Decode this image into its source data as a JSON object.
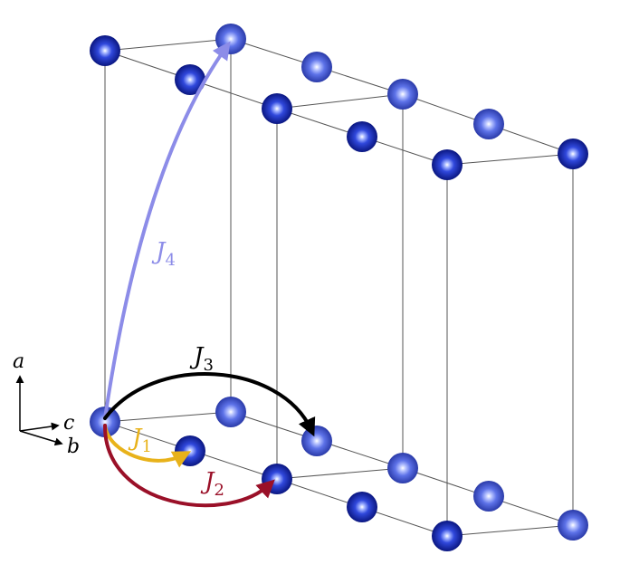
{
  "axes": {
    "a": "a",
    "b": "b",
    "c": "c"
  },
  "couplings": [
    {
      "id": "J1",
      "symbol": "J",
      "subscript": "1",
      "color": "#e8b21a"
    },
    {
      "id": "J2",
      "symbol": "J",
      "subscript": "2",
      "color": "#9a1028"
    },
    {
      "id": "J3",
      "symbol": "J",
      "subscript": "3",
      "color": "#000000"
    },
    {
      "id": "J4",
      "symbol": "J",
      "subscript": "4",
      "color": "#8c8ce8"
    }
  ],
  "colors": {
    "atom_dark": "#0a1a8a",
    "atom_mid": "#2f46d8",
    "atom_highlight": "#ffffff",
    "cell_edge": "#555555"
  }
}
